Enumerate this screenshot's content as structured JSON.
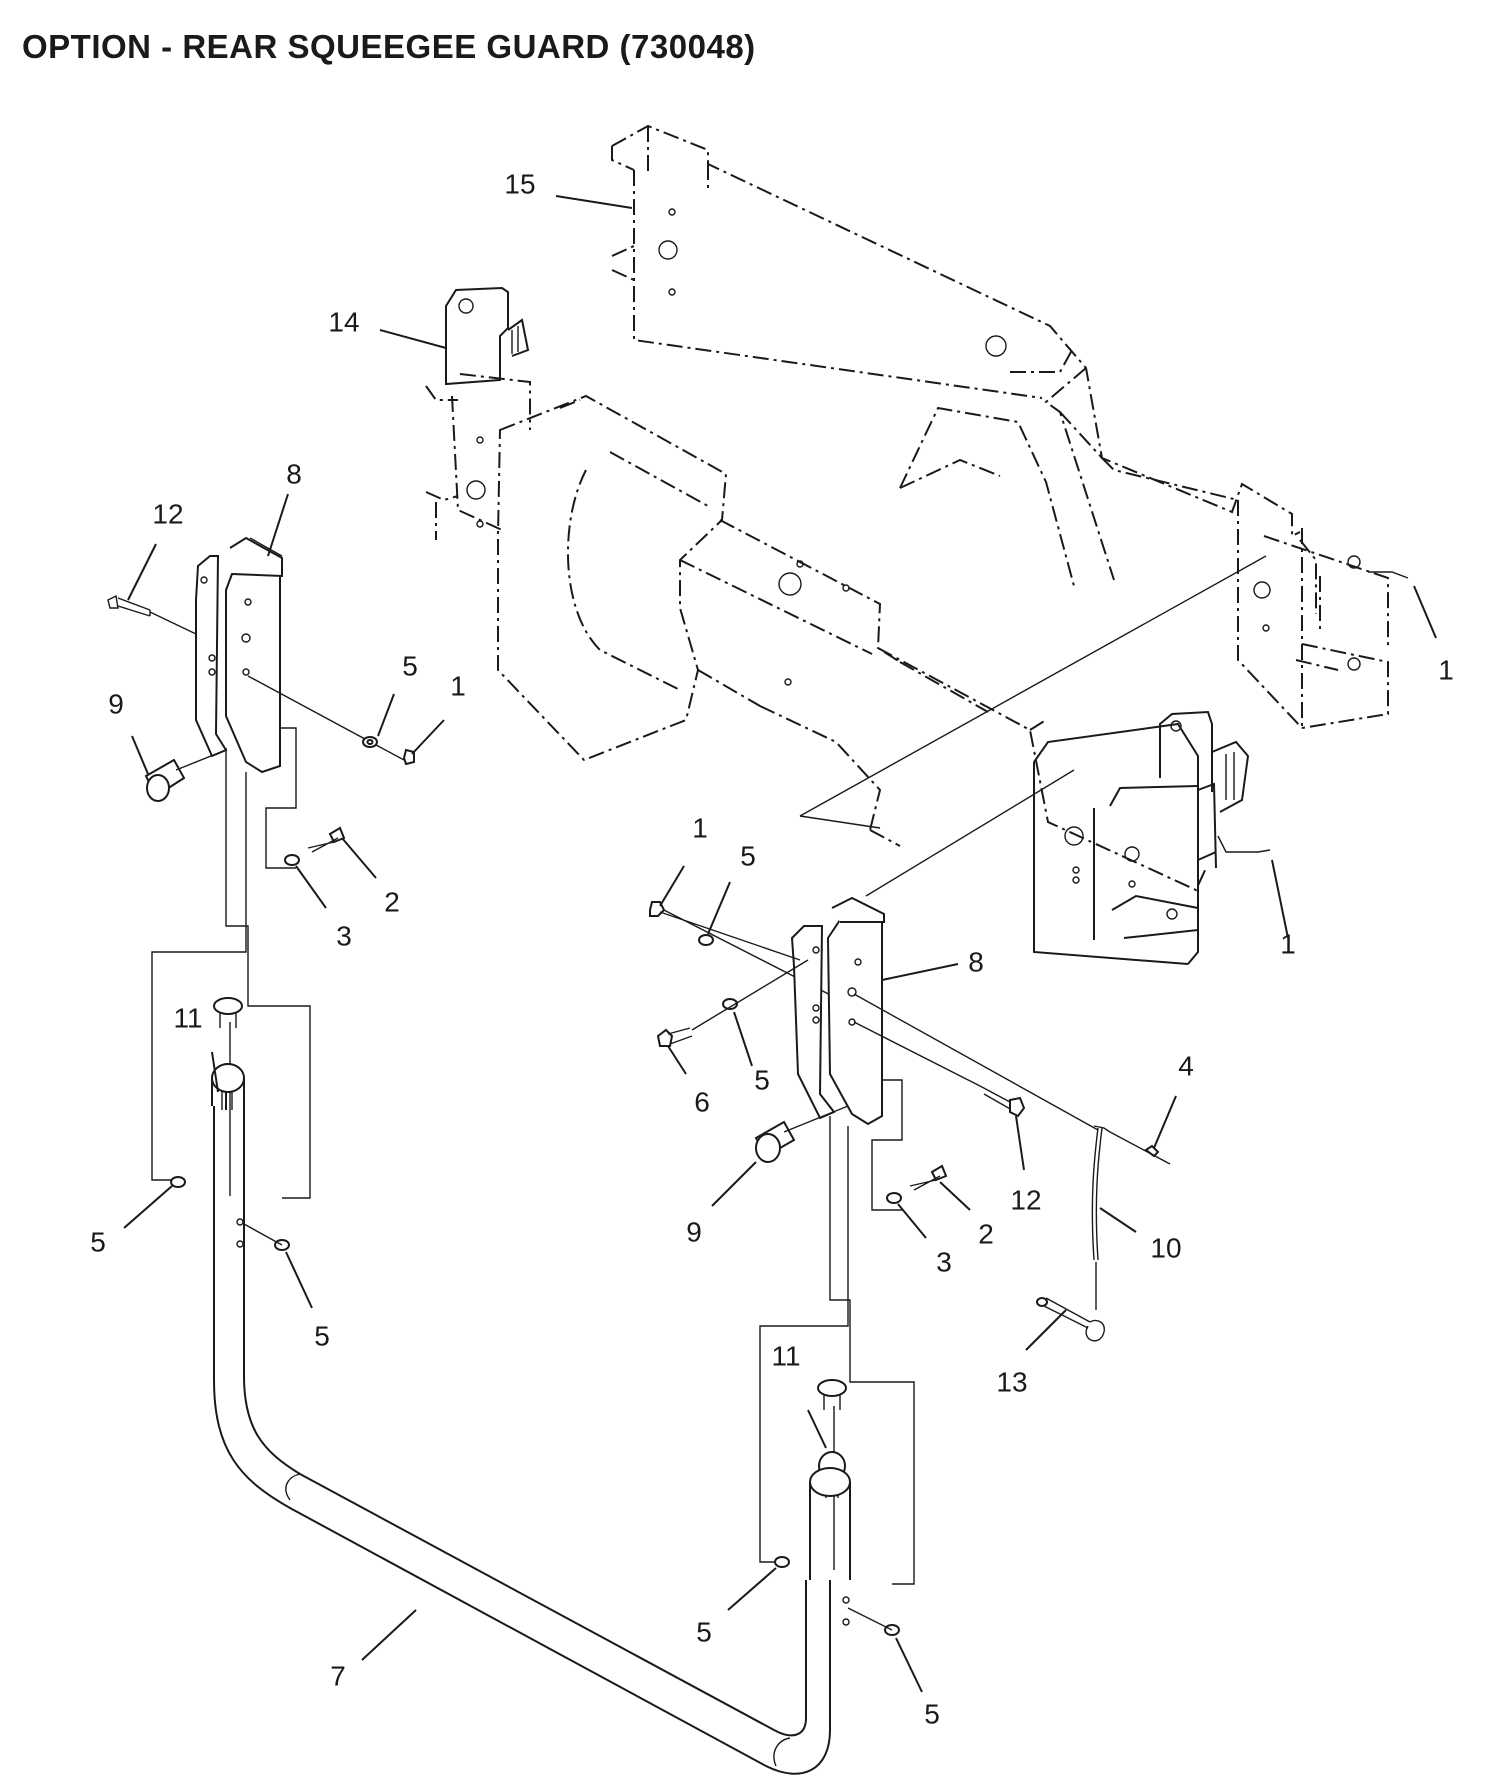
{
  "title": "OPTION - REAR SQUEEGEE GUARD (730048)",
  "callouts": {
    "frame": "15",
    "bracket_upper_left": "14",
    "left_hinge_bracket": "8",
    "left_bolt": "12",
    "left_washer": "5",
    "left_nut": "1",
    "left_bumper": "9",
    "left_screw": "2",
    "left_screw_washer": "3",
    "left_plug": "11",
    "left_lower_washer_a": "5",
    "left_lower_washer_b": "5",
    "right_frame_nut_top": "1",
    "right_frame_nut_mid": "1",
    "right_nut": "1",
    "right_washer_top": "5",
    "right_hinge_bracket": "8",
    "right_pivot_bolt": "6",
    "right_pivot_washer": "5",
    "right_lanyard_clip": "4",
    "right_bolt": "12",
    "right_screw": "2",
    "right_screw_washer": "3",
    "right_bumper": "9",
    "right_lanyard": "10",
    "right_pin": "13",
    "right_plug": "11",
    "right_lower_washer_a": "5",
    "right_lower_washer_b": "5",
    "guard_tube": "7"
  }
}
